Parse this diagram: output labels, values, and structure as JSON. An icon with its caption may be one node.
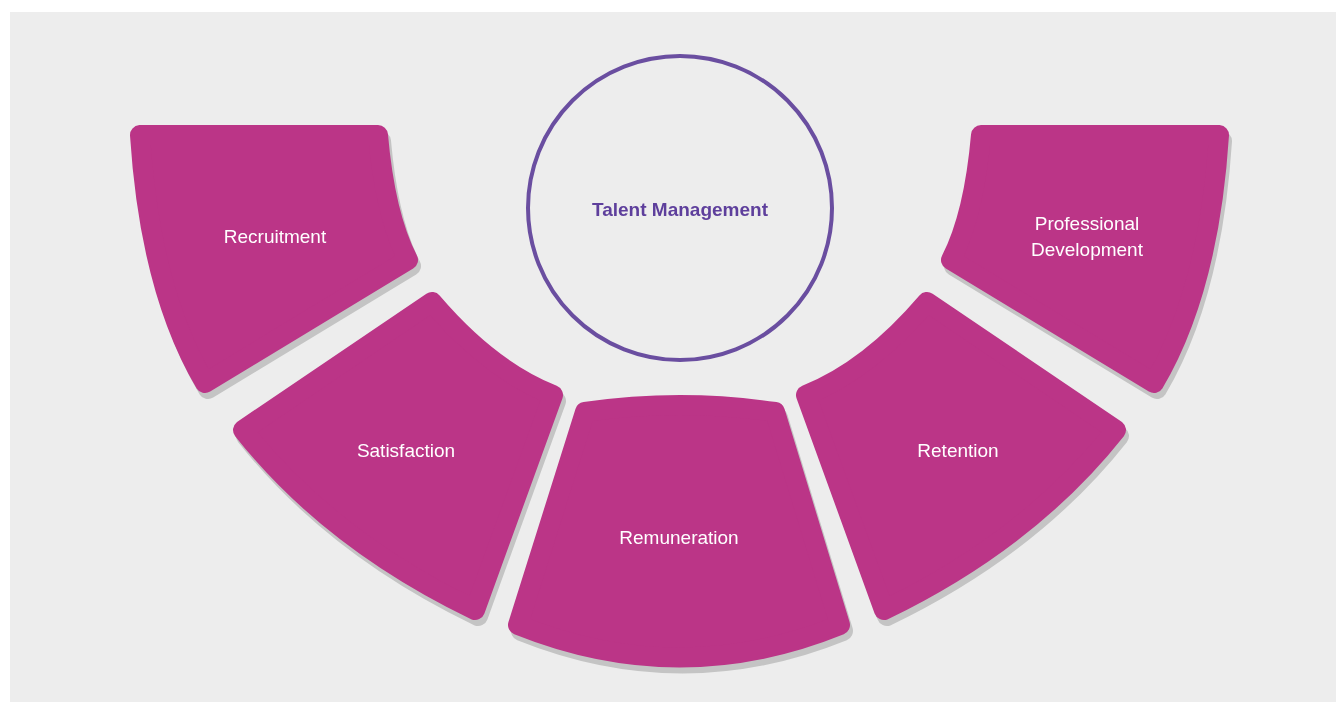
{
  "diagram": {
    "nodes": [
      {
        "text": [
          "Talent Management"
        ]
      },
      {
        "text": [
          "Recruitment"
        ]
      },
      {
        "text": [
          "Professional Development"
        ]
      },
      {
        "text": [
          "Satisfaction"
        ]
      },
      {
        "text": [
          "Retention"
        ]
      },
      {
        "text": [
          "Remuneration"
        ]
      }
    ]
  }
}
